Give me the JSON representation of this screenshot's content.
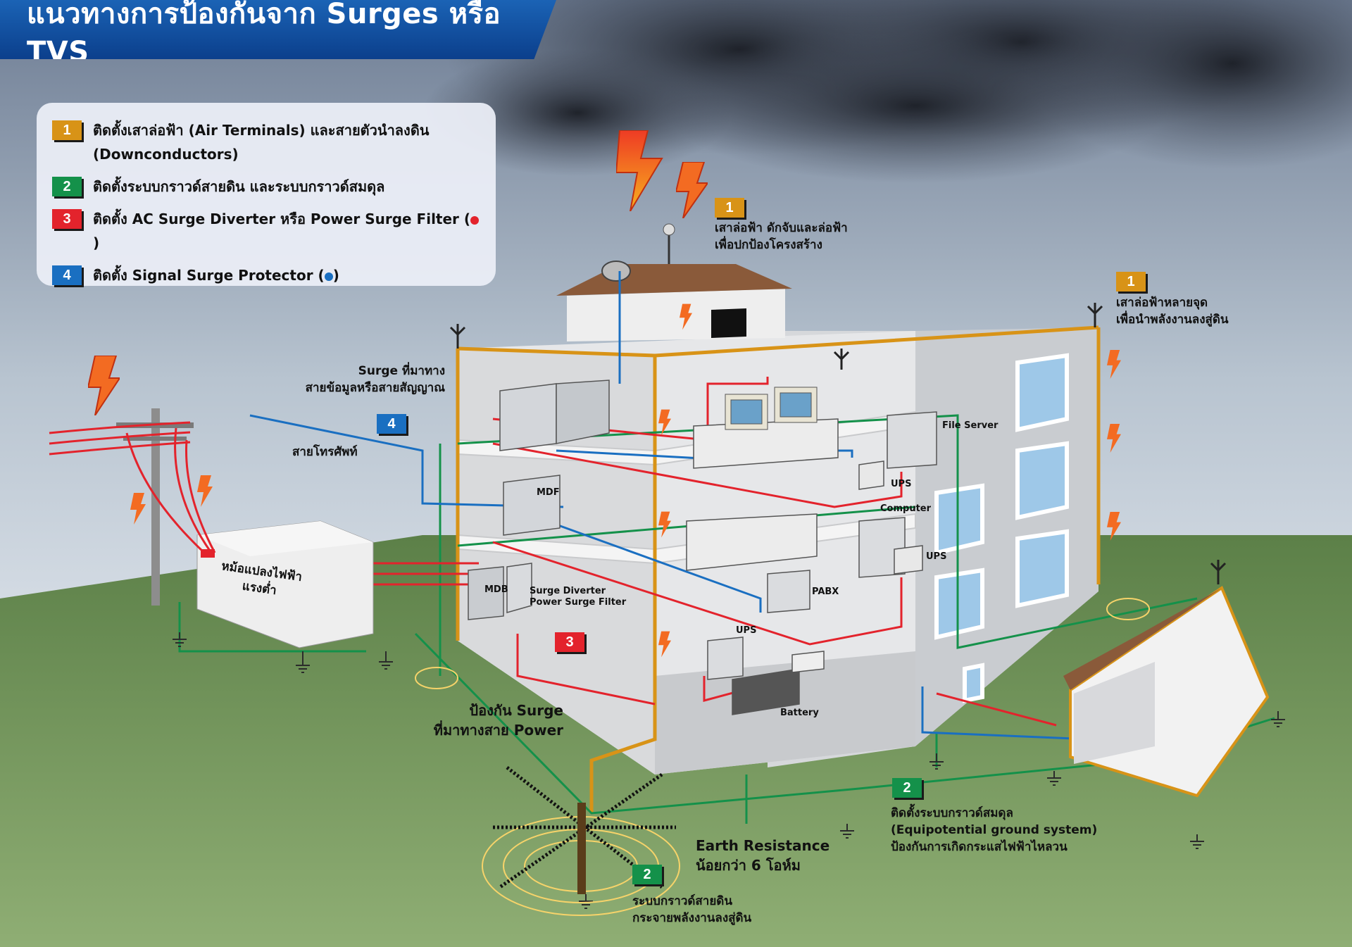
{
  "title": "แนวทางการป้องกันจาก Surges หรือ TVS",
  "legend": [
    {
      "num": "1",
      "line1": "ติดตั้งเสาล่อฟ้า (Air Terminals) และสายตัวนำลงดิน",
      "line2": "(Downconductors)"
    },
    {
      "num": "2",
      "line1": "ติดตั้งระบบกราวด์สายดิน และระบบกราวด์สมดุล"
    },
    {
      "num": "3",
      "line1": "ติดตั้ง AC Surge Diverter หรือ Power Surge Filter ("
    },
    {
      "num": "4",
      "line1": "ติดตั้ง Signal Surge Protector ("
    }
  ],
  "paren_close": ")",
  "annotations": {
    "air_terminal": {
      "num": "1",
      "line1": "เสาล่อฟ้า ดักจับและล่อฟ้า",
      "line2": "เพื่อปกป้องโครงสร้าง"
    },
    "multi_terminal": {
      "num": "1",
      "line1": "เสาล่อฟ้าหลายจุด",
      "line2": "เพื่อนำพลังงานลงสู่ดิน"
    },
    "signal_surge": {
      "num": "4",
      "line1": "Surge ที่มาทาง",
      "line2": "สายข้อมูลหรือสายสัญญาณ"
    },
    "phone_line": "สายโทรศัพท์",
    "transformer": {
      "line1": "หม้อแปลงไฟฟ้า",
      "line2": "แรงต่ำ"
    },
    "power_surge": {
      "num": "3",
      "line1": "ป้องกัน Surge",
      "line2": "ที่มาทางสาย Power"
    },
    "earth": {
      "num": "2",
      "line1": "Earth Resistance",
      "line2": "น้อยกว่า 6 โอห์ม",
      "line3": "ระบบกราวด์สายดิน",
      "line4": "กระจายพลังงานลงสู่ดิน"
    },
    "equipotential": {
      "num": "2",
      "line1": "ติดตั้งระบบกราวด์สมดุล",
      "line2": "(Equipotential ground system)",
      "line3": "ป้องกันการเกิดกระแสไฟฟ้าไหลวน"
    }
  },
  "equipment": {
    "file_server": "File Server",
    "ups_top": "UPS",
    "computer": "Computer",
    "ups_mid": "UPS",
    "mdf": "MDF",
    "mdb": "MDB",
    "surge_diverter_1": "Surge Diverter",
    "surge_diverter_2": "Power Surge Filter",
    "pabx": "PABX",
    "ups_low": "UPS",
    "battery": "Battery"
  },
  "colors": {
    "orange": "#d89317",
    "green": "#14914a",
    "red": "#e3232c",
    "blue": "#1a6fc1"
  }
}
